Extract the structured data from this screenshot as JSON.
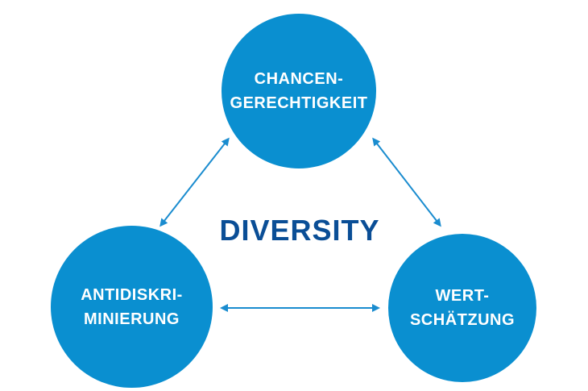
{
  "colors": {
    "circle_fill": "#0a8fd0",
    "circle_text": "#ffffff",
    "center_text": "#0a4e96",
    "arrow": "#1a8ccf"
  },
  "center": {
    "title": "DIVERSITY"
  },
  "nodes": {
    "top": {
      "line1": "CHANCEN-",
      "line2": "GERECHTIGKEIT"
    },
    "left": {
      "line1": "ANTIDISKRI-",
      "line2": "MINIERUNG"
    },
    "right": {
      "line1": "WERT-",
      "line2": "SCHÄTZUNG"
    }
  }
}
